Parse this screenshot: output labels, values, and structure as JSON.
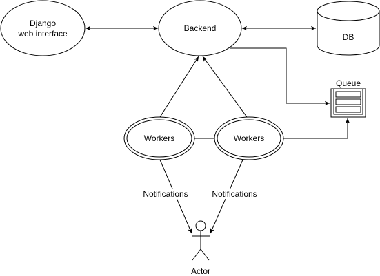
{
  "nodes": {
    "django": {
      "line1": "Django",
      "line2": "web interface"
    },
    "backend": {
      "label": "Backend"
    },
    "db": {
      "label": "DB"
    },
    "queue": {
      "label": "Queue"
    },
    "workers_left": {
      "label": "Workers"
    },
    "workers_right": {
      "label": "Workers"
    },
    "actor": {
      "label": "Actor"
    }
  },
  "edges": {
    "notifications_left": {
      "label": "Notifications"
    },
    "notifications_right": {
      "label": "Notifications"
    }
  },
  "colors": {
    "stroke": "#000000",
    "fill": "#ffffff"
  }
}
